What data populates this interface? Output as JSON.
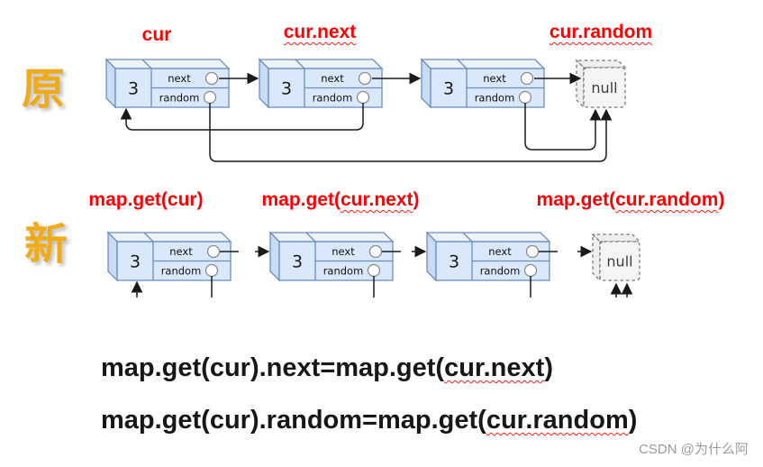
{
  "colors": {
    "node_fill": "#dae8fc",
    "node_top_fill": "#ecf3fd",
    "node_side_fill": "#c9dcf4",
    "node_stroke": "#6c8ebf",
    "null_fill": "#f5f5f5",
    "null_stroke": "#787878",
    "arrow": "#1a1a1a",
    "pointer_label": "#ff0000",
    "row_label": "#f0ac18",
    "formula_text": "#171717",
    "watermark": "#9c9c9c"
  },
  "original_row": {
    "row_label": "原",
    "pointer_labels": [
      {
        "prefix": "cur",
        "wavy": "",
        "suffix": ""
      },
      {
        "prefix": "",
        "wavy": "cur.next",
        "suffix": ""
      },
      {
        "prefix": "",
        "wavy": "cur.random",
        "suffix": ""
      }
    ],
    "nodes": [
      {
        "value": "3",
        "next_label": "next",
        "random_label": "random"
      },
      {
        "value": "3",
        "next_label": "next",
        "random_label": "random"
      },
      {
        "value": "3",
        "next_label": "next",
        "random_label": "random"
      }
    ],
    "null_label": "null"
  },
  "new_row": {
    "row_label": "新",
    "pointer_labels": [
      {
        "prefix": "map.get(cur)",
        "wavy": "",
        "suffix": ""
      },
      {
        "prefix": "map.get(",
        "wavy": "cur.next",
        "suffix": ")"
      },
      {
        "prefix": "map.get(",
        "wavy": "cur.random",
        "suffix": ")"
      }
    ],
    "nodes": [
      {
        "value": "3",
        "next_label": "next",
        "random_label": "random"
      },
      {
        "value": "3",
        "next_label": "next",
        "random_label": "random"
      },
      {
        "value": "3",
        "next_label": "next",
        "random_label": "random"
      }
    ],
    "null_label": "null"
  },
  "formulas": [
    {
      "prefix": "map.get(cur).next=map.get(",
      "wavy": "cur.next",
      "suffix": ")"
    },
    {
      "prefix": "map.get(cur).random=map.get(",
      "wavy": "cur.random",
      "suffix": ")"
    }
  ],
  "watermark": "CSDN @为什么阿"
}
